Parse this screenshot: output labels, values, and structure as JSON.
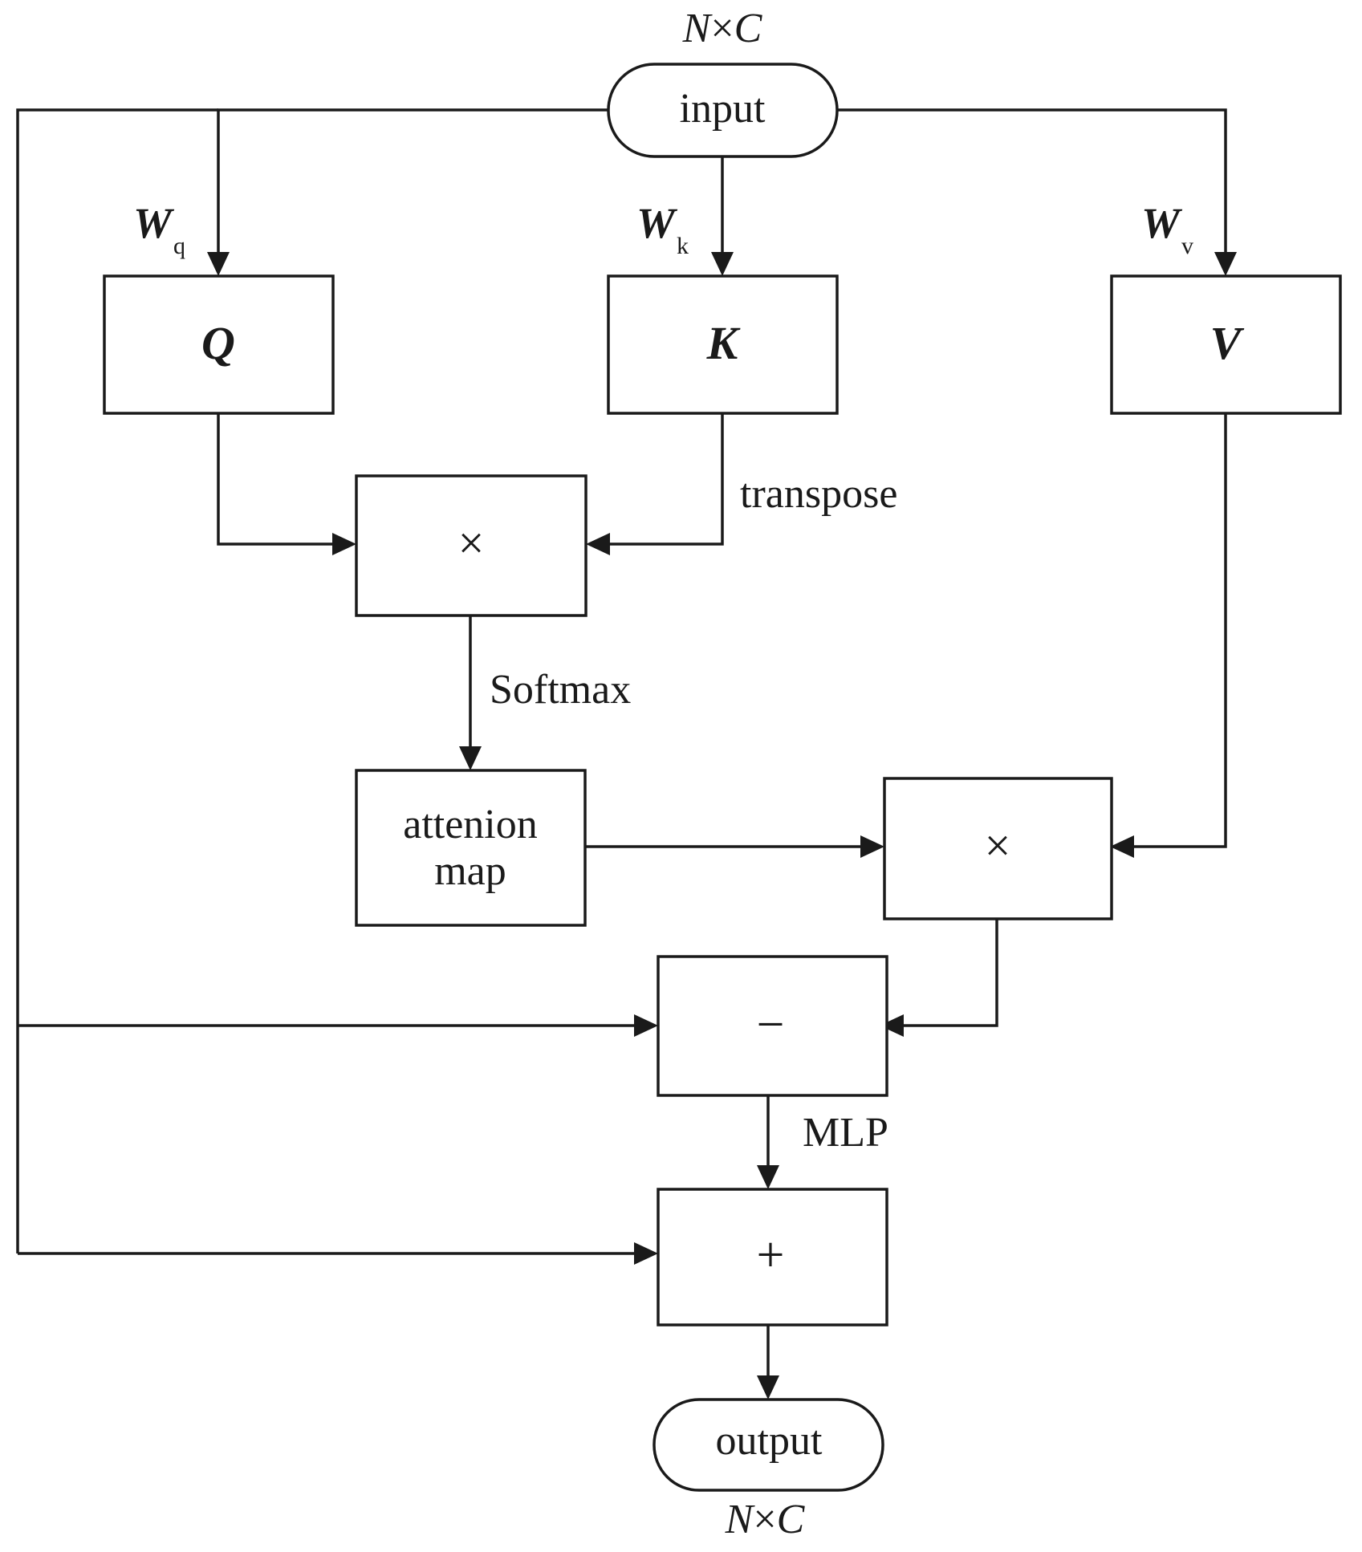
{
  "dimension_top": {
    "n": "N",
    "times": "×",
    "c": "C"
  },
  "dimension_bottom": {
    "n": "N",
    "times": "×",
    "c": "C"
  },
  "input_label": "input",
  "output_label": "output",
  "weights": {
    "q": {
      "main": "W",
      "sub": "q"
    },
    "k": {
      "main": "W",
      "sub": "k"
    },
    "v": {
      "main": "W",
      "sub": "v"
    }
  },
  "blocks": {
    "q": "Q",
    "k": "K",
    "v": "V",
    "multiply_qk": "×",
    "attention_map_line1": "attenion",
    "attention_map_line2": "map",
    "multiply_av": "×",
    "subtract": "−",
    "add": "+"
  },
  "edge_labels": {
    "transpose": "transpose",
    "softmax": "Softmax",
    "mlp": "MLP"
  },
  "colors": {
    "stroke": "#1a1a1a",
    "background": "#ffffff"
  }
}
